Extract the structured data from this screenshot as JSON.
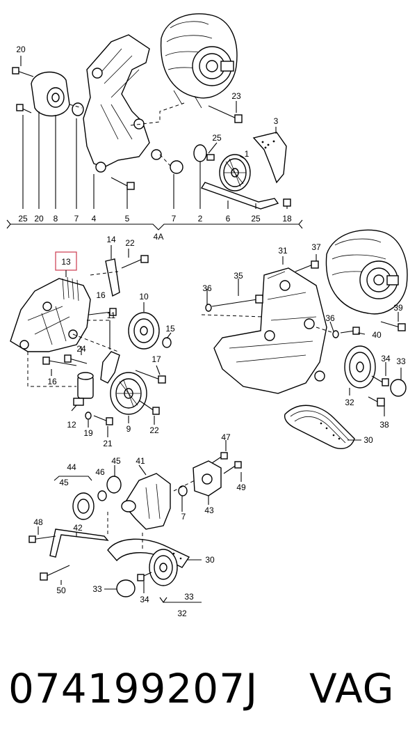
{
  "caption": {
    "part_number": "074199207J",
    "brand": "VAG"
  },
  "highlight_color": "#d0475b",
  "callouts": {
    "c20a": "20",
    "c23": "23",
    "c25a": "25",
    "c1": "1",
    "c3": "3",
    "c25b": "25",
    "c20b": "20",
    "c8": "8",
    "c7a": "7",
    "c4": "4",
    "c5": "5",
    "c7b": "7",
    "c2": "2",
    "c6": "6",
    "c25c": "25",
    "c18": "18",
    "c4A": "4A",
    "c13": "13",
    "c14": "14",
    "c22a": "22",
    "c16a": "16",
    "c10": "10",
    "c15": "15",
    "c24": "24",
    "c11": "11",
    "c17": "17",
    "c16b": "16",
    "c12": "12",
    "c19": "19",
    "c21": "21",
    "c9": "9",
    "c22b": "22",
    "c31": "31",
    "c37": "37",
    "c35": "35",
    "c36a": "36",
    "c39": "39",
    "c36b": "36",
    "c40": "40",
    "c34a": "34",
    "c33a": "33",
    "c32a": "32",
    "c38": "38",
    "c30a": "30",
    "c44": "44",
    "c45a": "45",
    "c45b": "45",
    "c46": "46",
    "c41": "41",
    "c47": "47",
    "c49": "49",
    "c48": "48",
    "c42": "42",
    "c7c": "7",
    "c43": "43",
    "c30b": "30",
    "c50": "50",
    "c33b": "33",
    "c34b": "34",
    "c33c": "33",
    "c32b": "32"
  }
}
